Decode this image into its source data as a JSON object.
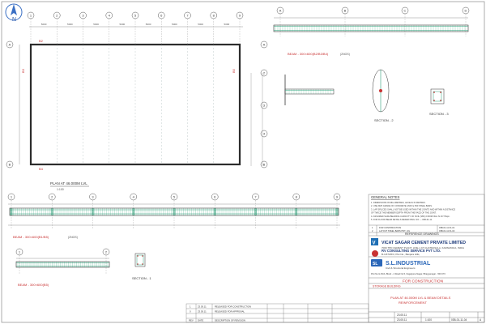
{
  "plan": {
    "grid_top": [
      "1",
      "2",
      "3",
      "4",
      "5",
      "6",
      "7",
      "8",
      "9"
    ],
    "grid_side": [
      "A",
      "B"
    ],
    "dim_main": "5000",
    "beam_top": "B2",
    "beam_left": "B3",
    "beam_bottom": "B4",
    "beam_right": "B5",
    "label": "PLAN AT 46.000M LVL",
    "scale": "1:100"
  },
  "beam_a": {
    "grid": [
      "A",
      "B",
      "C",
      "D"
    ],
    "title": "BEAM - 300×600(B2/B3/B4)",
    "note": "(2NOS)"
  },
  "beam_b": {
    "grid": [
      "1",
      "2",
      "3",
      "4",
      "5",
      "6",
      "7",
      "8",
      "9"
    ],
    "title": "BEAM - 300×600(B1/B5)",
    "note": "(2NOS)"
  },
  "beam_c": {
    "grid": [
      "1",
      "2"
    ],
    "title": "BEAM - 300×600(B5)"
  },
  "sections": {
    "sec1": "SECTION - 1",
    "sec2": "SECTION - 2",
    "sec3": "SECTION - 3"
  },
  "notes": {
    "heading": "GENERAL NOTES",
    "lines": [
      "1. DIMENSIONS IN MILLIMETRES, LEVELS IN METRES.",
      "2. USE M25 GRADE OF CONCRETE AND Fe 500 STEEL BARS.",
      "3. LAP SPLICES SHALL NOT BE USED WITHIN THE JOINTS AND WITHIN A DISTANCE",
      "   OF TWICE THE MEMBER DEPTH FROM THE FACE OF THE JOINT.",
      "4. ASSUMED SAFE BEARING CAPACITY OF SOIL (SBC) FROM NGL IS 40 T/Sqm.",
      "5. FOR FLOOR BEAM DETAILS REFER DWG. NO. -- 03B-01-11."
    ]
  },
  "table": {
    "rows": [
      {
        "no": "1",
        "title": "FOR CONSTRUCTION",
        "ref": "03B-01-11 01-01"
      },
      {
        "no": "2",
        "title": "LAYOUT STEEL BARS PNT. LVL",
        "ref": "03B-01-11 01-02"
      }
    ],
    "ref_heading": "REFERENCE DRAWINGS"
  },
  "client": {
    "name": "VICAT SAGAR CEMENT PRIVATE LIMITED",
    "addr": "7000 TPD CEMENT PLANT, LINE-1 AT CHATRASALA, KARNATAKA, INDIA"
  },
  "consultant": {
    "name": "RV CONSULTING SERVICE PVT LTD.",
    "addr1": "B-3-873/6/3, Plot No., Banjara Hills,",
    "addr2": "Hyderabad -- 500 034. A.P., India"
  },
  "contractor": {
    "name": "S.L.INDUSTRIAL",
    "sub": "Civil & Structural Engineers",
    "addr": "Plot No.G-52/A, Block - 4 Road No.5, Nagarjuna Nagar, Bhagyanagar - 500 073"
  },
  "status": "FOR CONSTRUCTION",
  "project": "STORAGE BUILDING",
  "drawing": {
    "title1": "PLAN AT 46.000M LVL & BEAM DETAILS",
    "title2": "REINFORCEMENT"
  },
  "revisions": [
    {
      "rev": "1",
      "date": "23.05.11",
      "desc": "RELEASED FOR CONSTRUCTION"
    },
    {
      "rev": "0",
      "date": "23.05.11",
      "desc": "RELEASED FOR APPROVAL"
    }
  ],
  "rev_header": {
    "rev": "REV",
    "date": "DATE",
    "desc": "DESCRIPTION OF REVISION"
  },
  "sheet": {
    "date1": "23.05.11",
    "date2": "23.05.11",
    "scale": "1:100",
    "dwg_no": "03B-01-11-04",
    "rev": "A"
  },
  "north": "N"
}
